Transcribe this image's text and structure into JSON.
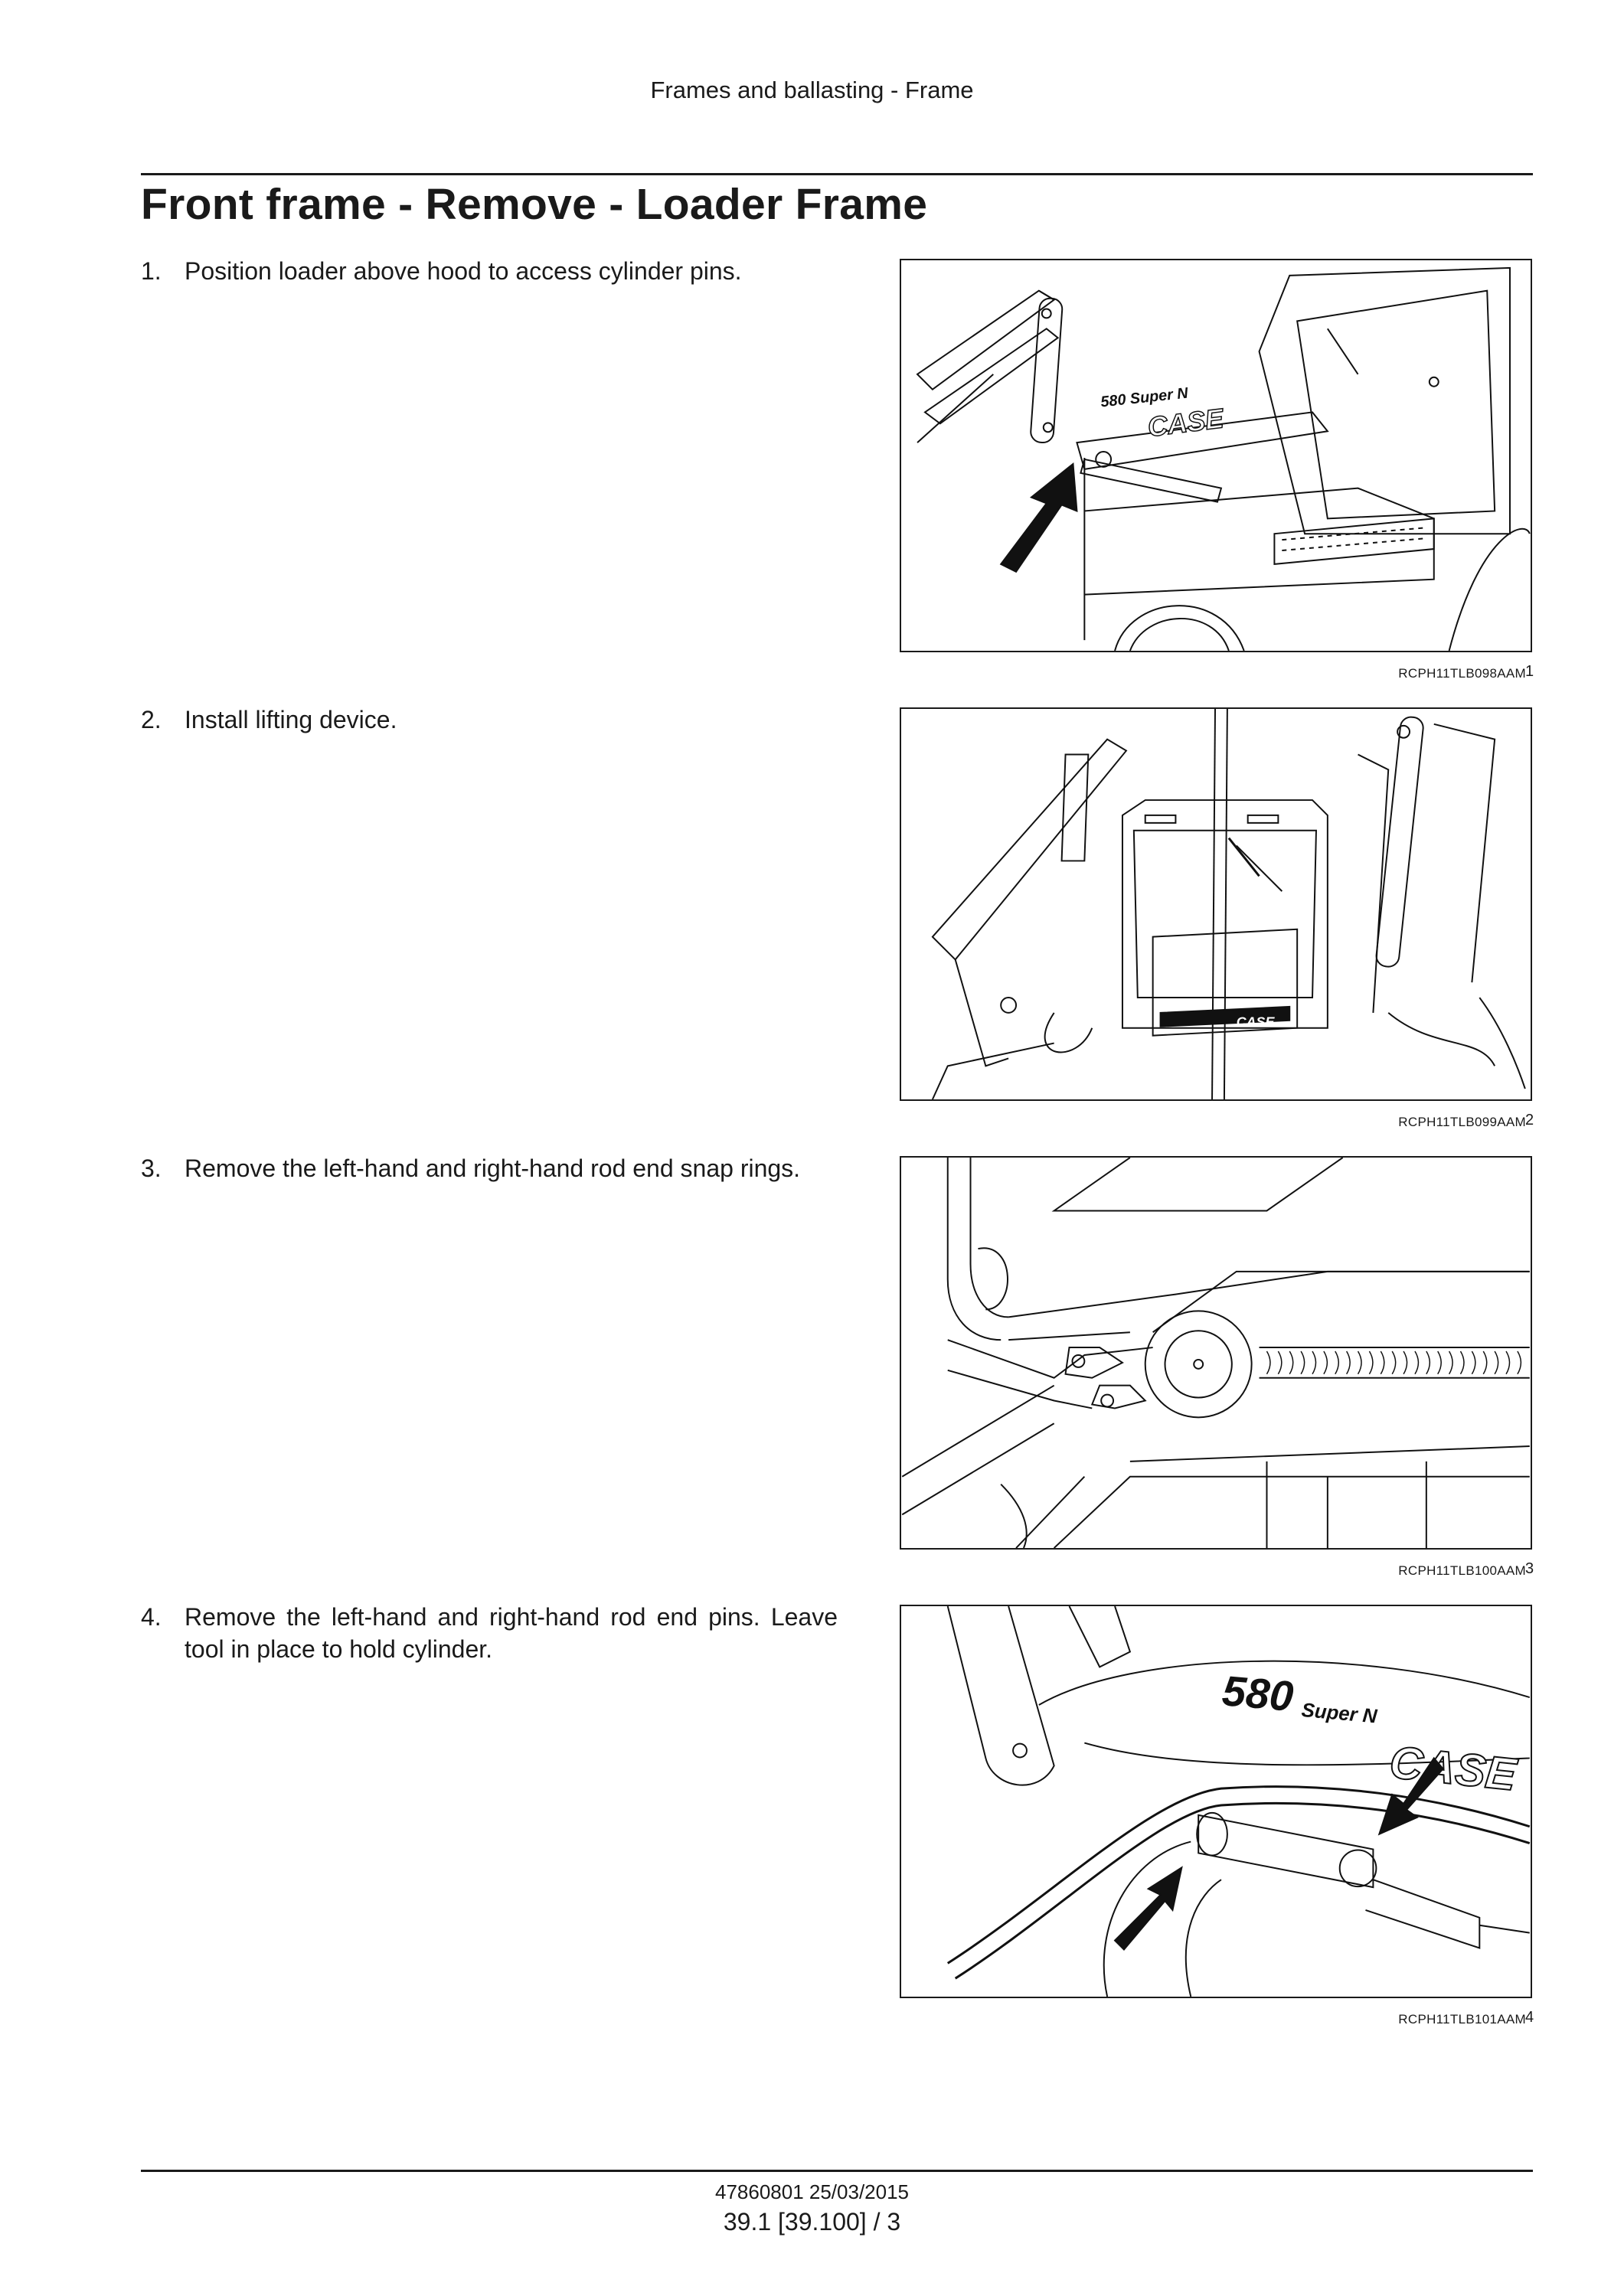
{
  "header": {
    "section": "Frames and ballasting - Frame"
  },
  "title": "Front frame - Remove - Loader Frame",
  "steps": [
    {
      "num": "1.",
      "text": "Position loader above hood to access cylinder pins."
    },
    {
      "num": "2.",
      "text": "Install lifting device."
    },
    {
      "num": "3.",
      "text": "Remove the left-hand and right-hand rod end snap rings."
    },
    {
      "num": "4.",
      "text": "Remove the left-hand and right-hand rod end pins. Leave tool in place to hold cylinder."
    }
  ],
  "figures": [
    {
      "caption": "RCPH11TLB098AAM",
      "number": "1",
      "labels": {
        "model": "580 Super N",
        "brand": "CASE"
      }
    },
    {
      "caption": "RCPH11TLB099AAM",
      "number": "2",
      "labels": {
        "brand": "CASE"
      }
    },
    {
      "caption": "RCPH11TLB100AAM",
      "number": "3"
    },
    {
      "caption": "RCPH11TLB101AAM",
      "number": "4",
      "labels": {
        "model_num": "580",
        "model_suffix": "Super N",
        "brand": "CASE"
      }
    }
  ],
  "footer": {
    "doc_ref": "47860801 25/03/2015",
    "page_ref": "39.1 [39.100] / 3"
  }
}
